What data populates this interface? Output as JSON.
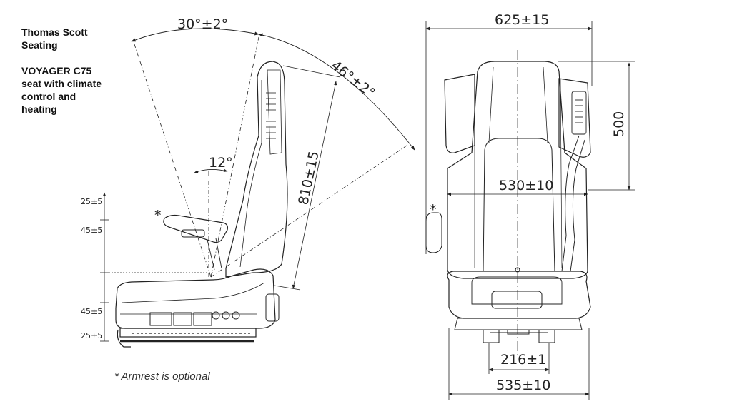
{
  "company": "Thomas Scott\nSeating",
  "product": "VOYAGER C75\nseat with climate\ncontrol and\nheating",
  "footnote": "* Armrest is optional",
  "side_view": {
    "recline_angle": "30°±2°",
    "back_angle": "46°±2°",
    "arm_angle": "12°",
    "back_height": "810±15",
    "armrest_marker": "*",
    "vertical_dims": [
      "25±5",
      "45±5",
      "45±5",
      "25±5"
    ]
  },
  "front_view": {
    "overall_width": "625±15",
    "back_width": "530±10",
    "headrest_height": "500",
    "rail_spacing": "216±1",
    "base_width": "535±10",
    "armrest_marker": "*"
  },
  "colors": {
    "line": "#222222",
    "background": "#ffffff"
  }
}
